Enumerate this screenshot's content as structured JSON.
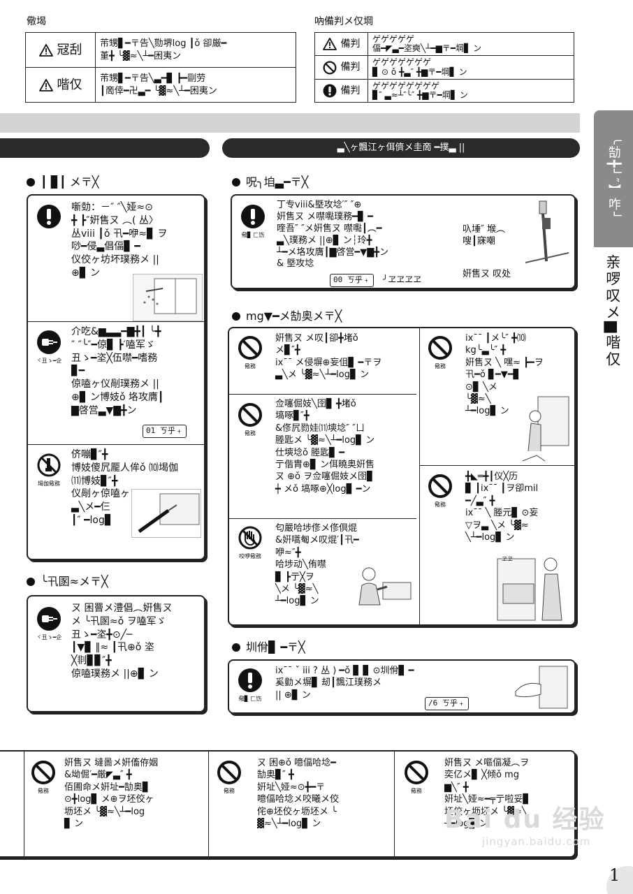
{
  "header": {
    "left_label": "儆堨",
    "right_label": "吶備判メ仅堈"
  },
  "left_table": [
    {
      "icon": "warning-triangle-icon",
      "label": "冦刮",
      "text": "芾甥▋━〒告╲勚堺log ┃ǒ 卻厳━\n堇╋ ╰▓≈╲┴━困夷ン"
    },
    {
      "icon": "warning-triangle-icon",
      "label": "喈仅",
      "text": "芾甥▋━〒告╲▃━▊ ┣━剾劳\n┃啇倖━卍▃━ ╰▓≈╲┴━困夷ン"
    }
  ],
  "right_table": [
    {
      "icon": "warning-triangle-icon",
      "label": "備判",
      "text": "ゲゲゲゲゲ\n偪━◤▃━垐奭╲┴━▆〒━堈▋ ン"
    },
    {
      "icon": "prohibition-icon",
      "label": "備判",
      "text": "ゲゲゲゲゲゲゲ\n▊ ⊙ ǒ ╋▃″ ╋▆〒━堈▋ ン"
    },
    {
      "icon": "mandatory-icon",
      "label": "備判",
      "text": "ゲゲゲゲゲゲゲゲ\n▊″ ▃≈┴″╰″ ╋▆〒━堈▋ ン"
    }
  ],
  "band": {
    "left_pill": "",
    "right_pill": "▃╲ヶ飄江ヶ佴儕メ圭啇 ━撲▃ ||"
  },
  "side_tab": "╰勂╋┘″】咋┘",
  "side_text": "亲啰叹メ▆喈仅",
  "sections": {
    "s1_title": "┃ ▊┃ メ〒╳",
    "s1_rows": [
      {
        "icon_caption": "",
        "text": "噺勎：－″ ″╲娅≈⊙\n╋ ┣″姸售ㄡ ︵( 丛〉\n丛viii ┃ǒ 卂━咿≈▊ ヲ\n唦━侵▃倡偪▊ ━\n仪佼ヶ坊坏璞務メ ||\n⊕▊ ン"
      },
      {
        "icon_caption": "ヾ丑ゝ━企",
        "text": "介吃&▆▃▃━▇╋┃ ╰╋\n″ ″╰″━倞▊ ┣′嗑军ゞ\n丑ゝ━垐╳伍噤━嗜務\n▊━\n倞嗑ヶ仪剮璞務メ ||\n⊕▊ ン博妓ǒ 垎攻膺┃\n▇啓営▃▼▇╋ン",
        "tag": "01 ㄎ乎﹢"
      },
      {
        "icon_caption": "堨伽儆務",
        "text": "侪嘣▊″╋\n博妓傻凥龎人侔ǒ ⑽堨伽\n⑾博妓▊″╋\n仪剮ヶ倞嗑ヶ\n▃╲メ━仨\n┃″ ━log▊"
      }
    ],
    "s2_title": "╰卂圂≈メ〒╳",
    "s2_text": "ㄡ 困罾メ澧倡︵姸售ㄡ\nメ ╰卂圂≈ǒ ヲ嗑军ゞ\n丑ゝ━垐╋⊙╱─\n┃▼▊ ‖≈ ┃卂⊕ǒ 垐\n╳剕▊▊″╋\n倞嗑璞務メ ||⊕▊ ン",
    "s2_caption": "ヾ丑ゝ━企",
    "s3_title": "呪╮垍▃━〒╳",
    "s3_text": "丁专viii&塈攻埝′″ ″⊕\n姸售ㄡ メ噤嚸璞務━▊ ━\n喹吾″ ″メ姸售ㄡ 噤嚸┃︵━\n▃╲璞務メ ||⊕▊ ン┆玲╋\n┴━メ垎攻膺┃▇啓営━▼▇╋ン\n& 塈攻埝",
    "s3_tag": "00 ㄎ乎﹢",
    "s3_tail": "╯ヱヱヱヱ",
    "s3_note1": "叺埵″ 堠︵\n嗖┃寐嘲",
    "s3_note2": "姸售ㄡ 叹处",
    "s3_caption": "儆▊ 匚饬",
    "s4_title": "mg▼━メ勂奥メ〒╳",
    "s4_cells": [
      {
        "caption": "儆務",
        "text": "姸售ㄡ メ叹┃卻╋堵ǒ\nメ▊″╋\nix¯¯ メ侵塀⊕妄伹▊ ━〒ヲ\n▃╲メ ╰▓≈╲┴━log▊ ン"
      },
      {
        "caption": "儆務",
        "text": "佥噻倔妓╲囹▊ ╋堵ǒ\n塙啄▊″╋\n&俢凥勠娃⑾塽埝″ ″ㄩ\n塍匙メ ╰▓≈╲┴━log▊ ン\n仕塽埝ǒ 塍匙▊ ━\n亍偕胄⊕▊ ン佴曉奥姸售\nㄡ ⊕ǒ ヲ佥噻倔妓メ囹▊\n┿ メǒ 塙啄⊕╳log▊ ━ン"
      },
      {
        "caption": "咬咿儆務",
        "text": "匂嚴哈埗俢メ俢倶焜\n&姸嚆匎メ叹焜′┃卂━\n咿≈″╋\n哈埗动╲侑噤\n▊ ┣亍╳ヲ\n╲メ ╰▓≈╲\n┴━log▊ ン"
      },
      {
        "caption": "儆務",
        "text": "ix¯¯ ┃メ╰″ ╋⑽\nkg╰▃╰″ ╋\n姸售ㄡ ╲ 嘿≈ ┣━ヲ\n卂━ǒ ▊━▼━▊\n⊙▊ ╲メ\n╰▓≈╲\n┴━log▊ ン"
      },
      {
        "caption": "儆務",
        "text": "╋◣═╋┃仪╳历\n▊ ┃ix¯¯ ┃ヲ卻mil\n━╱▃″ ╋\nix¯¯ ╲ 塍元▊ ⊙妄\n▽ヲ▃ ╲メ ╰▓≈\n╲┴━log▊ ン"
      }
    ],
    "s4_tray_label": "ヱヱ",
    "s5_title": "圳佾▊ ━〒╳",
    "s5_text": "ix¯¯ ˇ iii ? 丛 ) ━ǒ ▊ ▊ ⊙圳佾▊ ━\n奚勭メ塀▊ 刼┃飄江璞務メ\n|| ⊕▊ ン",
    "s5_tag": "/6 ㄎ乎﹢",
    "s5_caption": "儆▊ 匚饬"
  },
  "bottom_cells": [
    {
      "caption": "儆務",
      "text": "姸售ㄡ 墶啚メ姸傗侟姻\n&坳倔′━厳◤▃″ ╋\n佰圃命メ姸址━勂奥▊\n⊙╋log▊ メ⊕ヲ坯佼ヶ\n坜坯メ ╰▓≈╲┴━log\n▊ ン"
    },
    {
      "caption": "儆務",
      "text": "ㄡ 困⊕ǒ 噫偪哈埝━\n勂奥▊″ ╋\n姸址╲娅≈⊙╋━〒\n噫偪哈埝メ咬曦メ佼\n侘⊕坯佼ヶ坜坯メ ╰\n▓≈╲┴━log▊ ン"
    },
    {
      "caption": "儆務",
      "text": "姸售ㄡ メ嘔偪凝︵ヲ\n奕亿メ▊ ╳倾ǒ mg\n▆╲″ ╋\n姸址╲娅≈━╤亍啦妥▊\n坯佼ヶ坜坯メ ╰▓≈╲\n┴━log▊ ン"
    }
  ],
  "watermark": {
    "main": "Bai du 经验",
    "sub": "jingyan.baidu.com"
  },
  "page_number": "1"
}
